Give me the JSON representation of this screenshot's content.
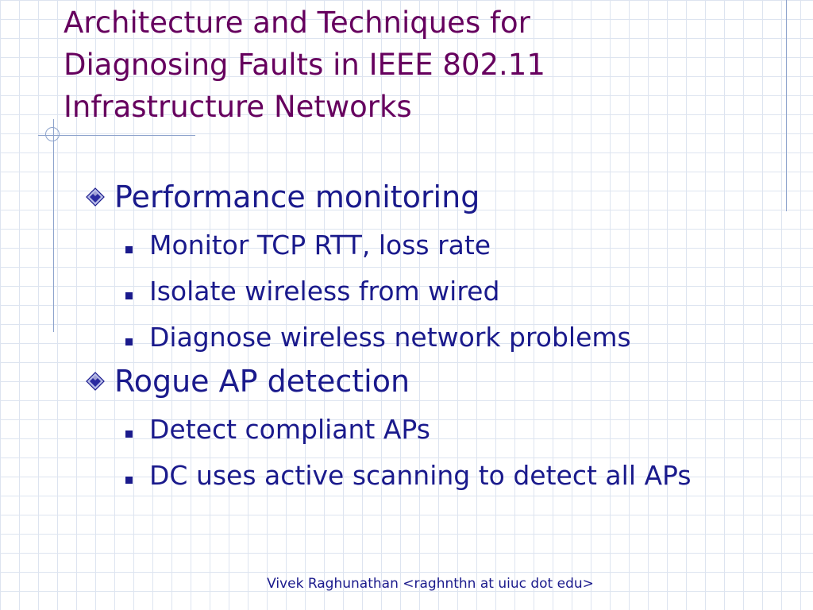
{
  "slide": {
    "title_lines": [
      "Architecture and Techniques for",
      "Diagnosing Faults in IEEE 802.11",
      "Infrastructure Networks"
    ],
    "sections": [
      {
        "heading": "Performance monitoring",
        "items": [
          "Monitor TCP RTT, loss rate",
          "Isolate wireless from wired",
          "Diagnose wireless network problems"
        ]
      },
      {
        "heading": "Rogue AP detection",
        "items": [
          "Detect compliant APs",
          "DC uses active scanning to detect all APs"
        ]
      }
    ],
    "footer": "Vivek Raghunathan <raghnthn at uiuc dot edu>"
  },
  "icons": {
    "level1_bullet": "diamond-bullet-icon",
    "level2_bullet": "square-bullet-icon"
  },
  "colors": {
    "title": "#66005e",
    "body_text": "#1a1a8c",
    "grid": "#dde4f0",
    "accent_line": "#8da3cc"
  }
}
